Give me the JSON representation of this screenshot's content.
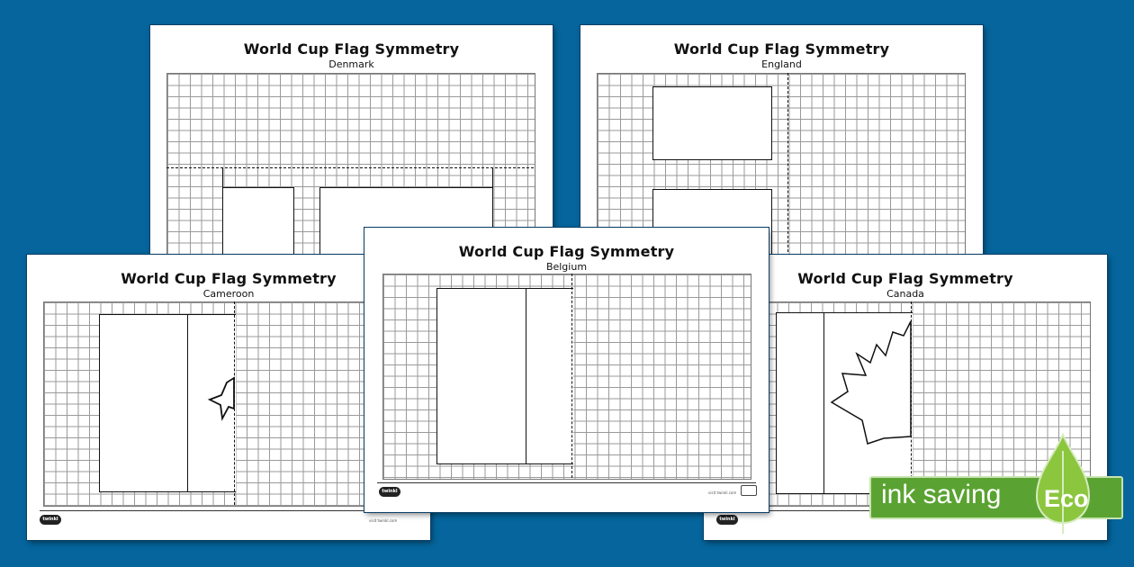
{
  "worksheet_title": "World Cup Flag Symmetry",
  "countries": {
    "denmark": "Denmark",
    "england": "England",
    "cameroon": "Cameroon",
    "belgium": "Belgium",
    "canada": "Canada"
  },
  "footer": {
    "logo_text": "twinkl",
    "url": "visit twinkl.com"
  },
  "badge": {
    "text": "ink saving",
    "label": "Eco",
    "colors": {
      "bar": "#5aa332",
      "drop": "#8cc63f"
    }
  },
  "background_color": "#05659c"
}
